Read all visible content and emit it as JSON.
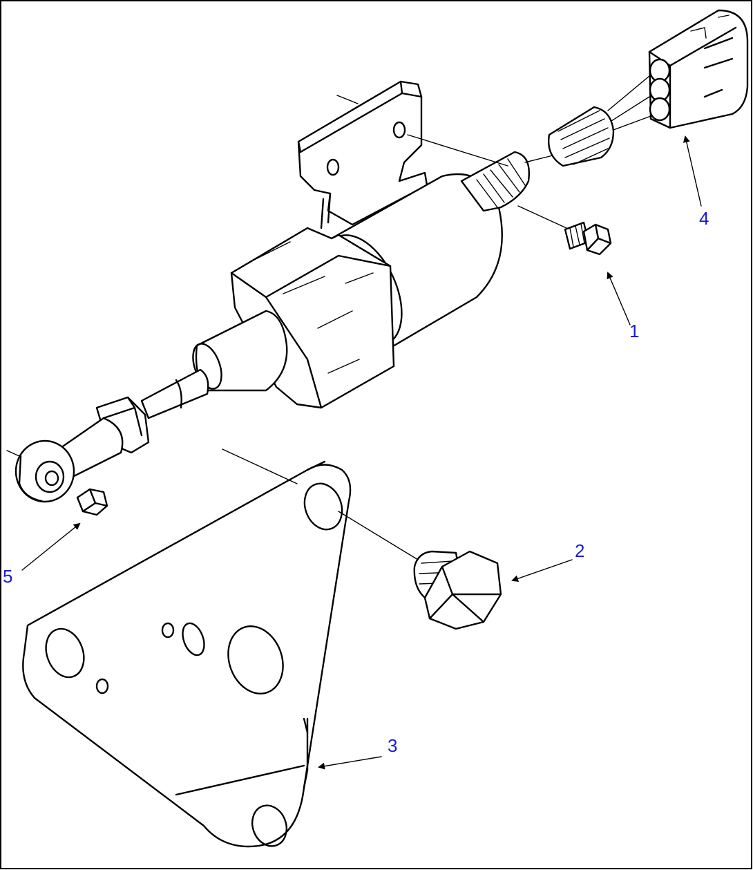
{
  "callouts": [
    {
      "id": "1",
      "label": "1"
    },
    {
      "id": "2",
      "label": "2"
    },
    {
      "id": "3",
      "label": "3"
    },
    {
      "id": "4",
      "label": "4"
    },
    {
      "id": "5",
      "label": "5"
    }
  ],
  "colors": {
    "callout_text": "#1a1ad6",
    "line": "#000000",
    "background": "#ffffff"
  }
}
